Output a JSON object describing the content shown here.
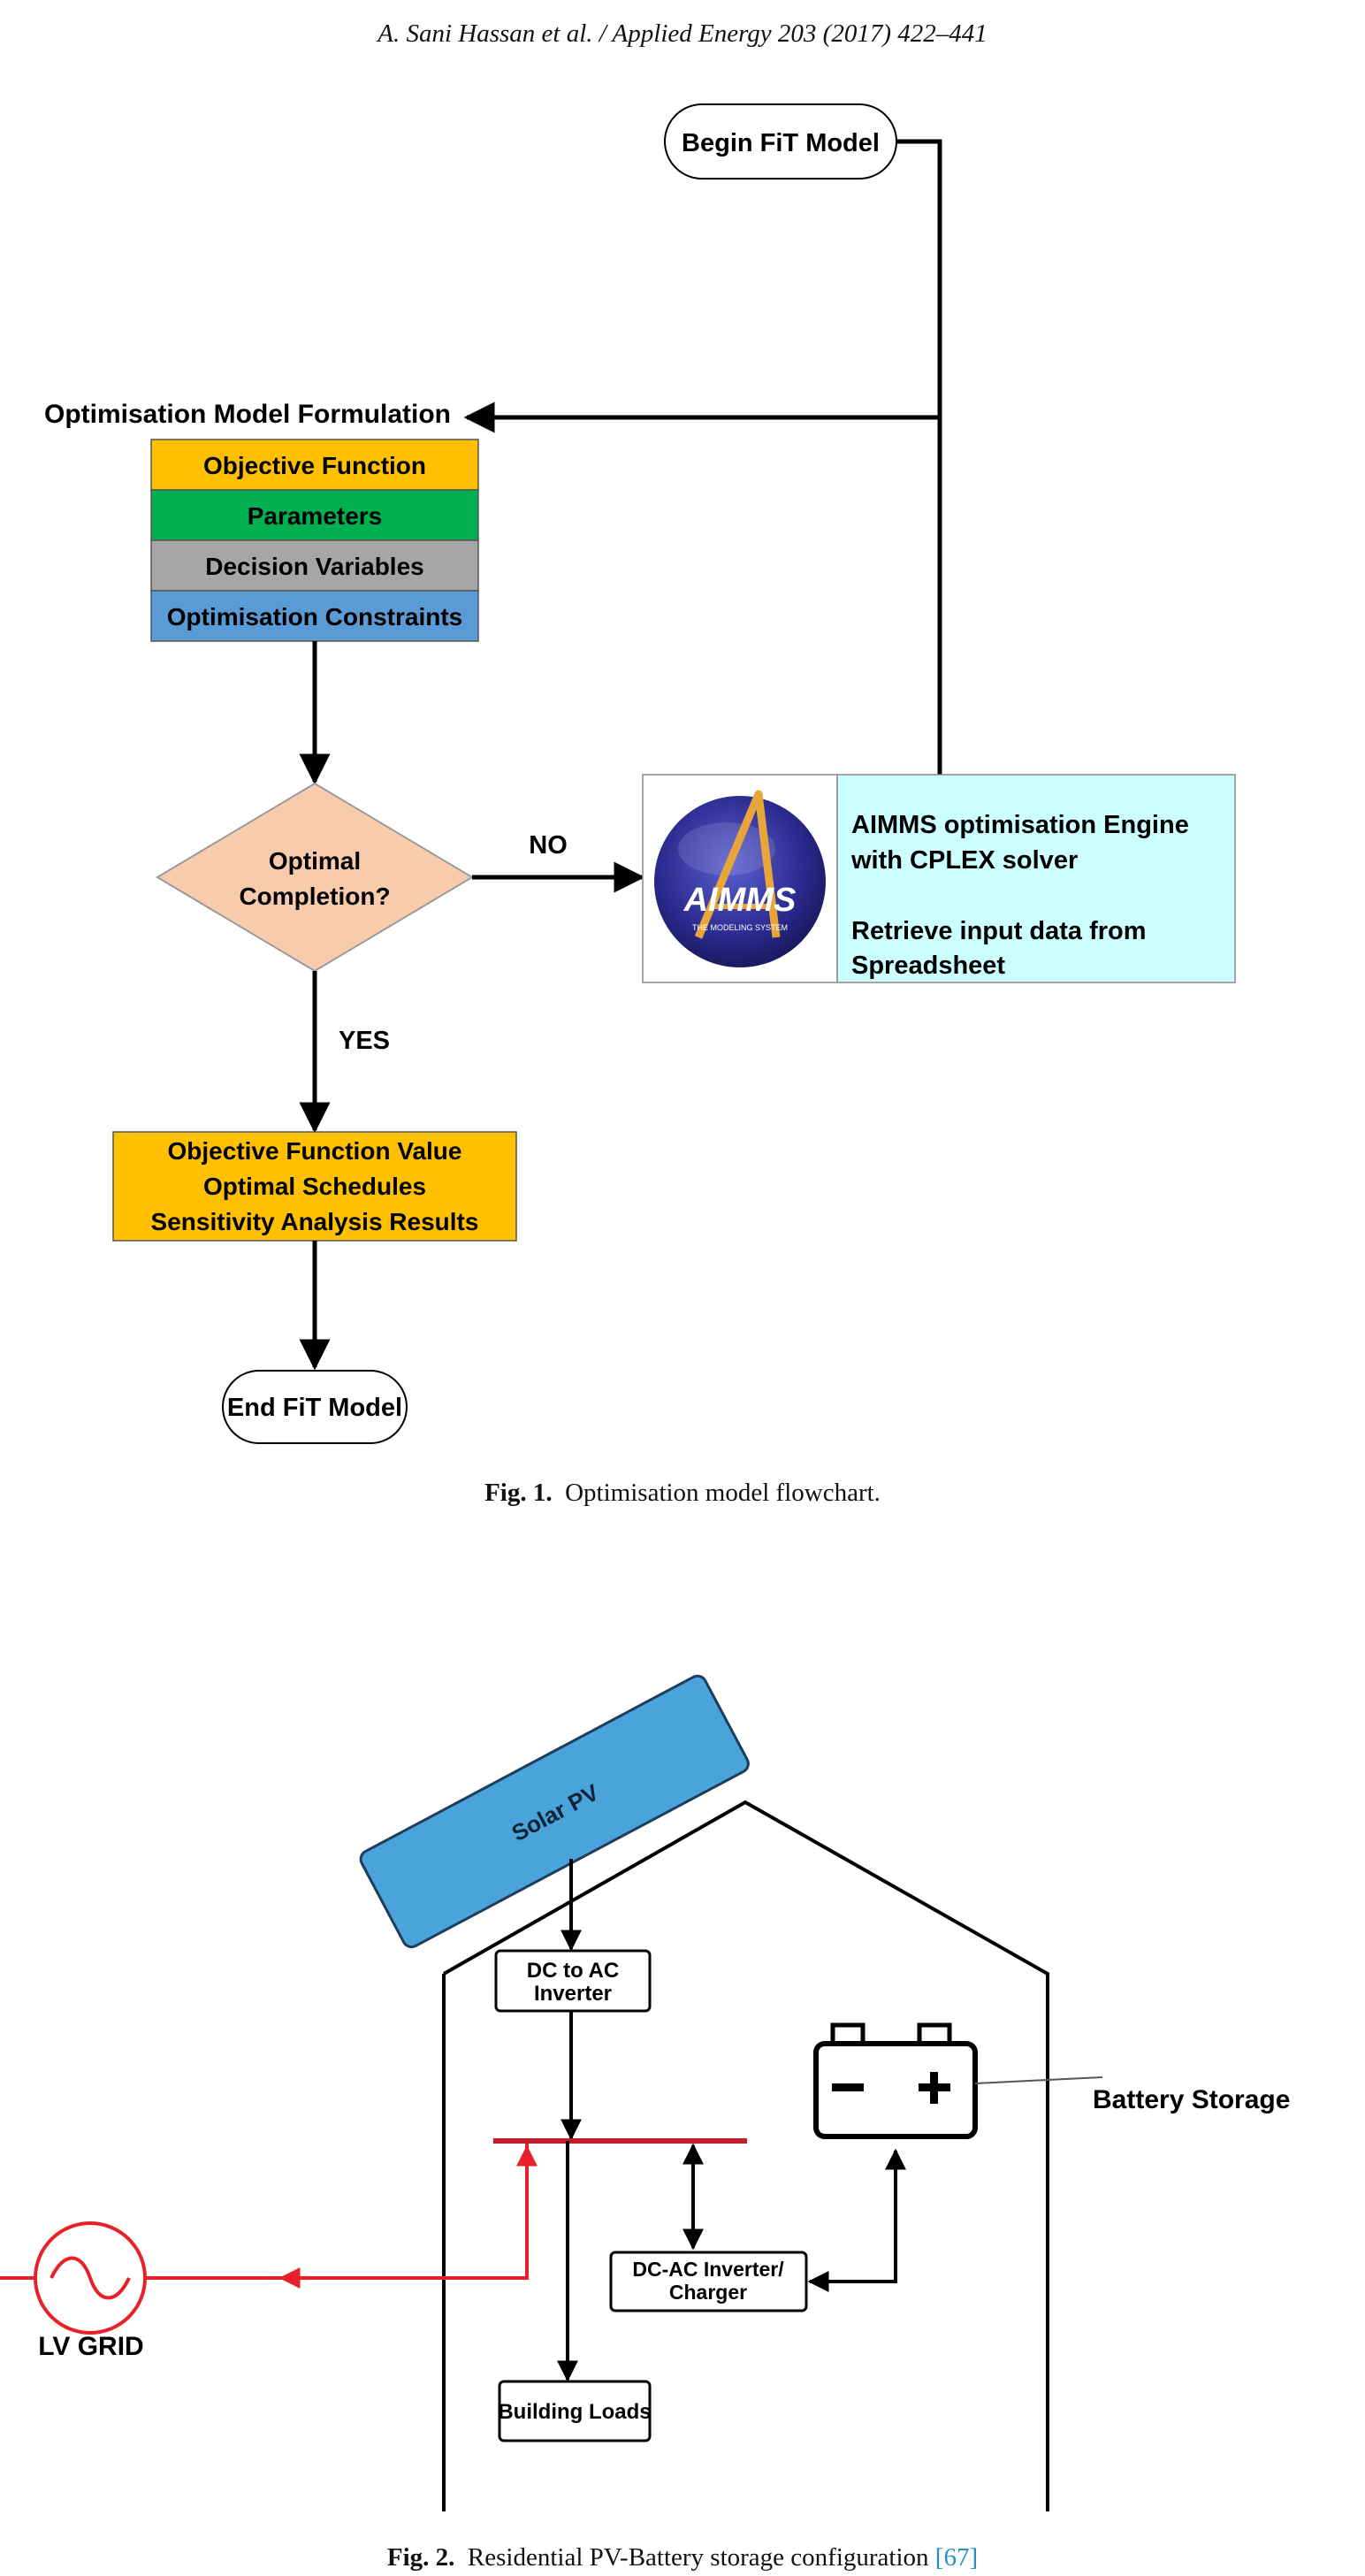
{
  "header": {
    "text": "A. Sani Hassan et al. / Applied Energy 203 (2017) 422–441"
  },
  "fig1": {
    "begin": "Begin FiT Model",
    "formulation_title": "Optimisation Model Formulation",
    "blocks": [
      {
        "label": "Objective Function",
        "color": "#FFC000"
      },
      {
        "label": "Parameters",
        "color": "#00B050"
      },
      {
        "label": "Decision Variables",
        "color": "#A6A6A6"
      },
      {
        "label": "Optimisation Constraints",
        "color": "#5B9BD5"
      }
    ],
    "decision_line1": "Optimal",
    "decision_line2": "Completion?",
    "decision_color": "#F8CBAD",
    "no_label": "NO",
    "yes_label": "YES",
    "engine_line1": "AIMMS optimisation Engine",
    "engine_line2": "with CPLEX solver",
    "engine_line3": "Retrieve input data from",
    "engine_line4": "Spreadsheet",
    "engine_color": "#CCFFFF",
    "logo_word": "AIMMS",
    "logo_sub": "THE MODELING SYSTEM",
    "result_lines": [
      "Objective Function Value",
      "Optimal Schedules",
      "Sensitivity Analysis Results"
    ],
    "result_color": "#FFC000",
    "end": "End FiT Model",
    "caption_bold": "Fig. 1.",
    "caption_text": "Optimisation model flowchart."
  },
  "fig2": {
    "solar": "Solar PV",
    "solar_color": "#4AA3DA",
    "inverter_line1": "DC to AC",
    "inverter_line2": "Inverter",
    "charger_line1": "DC-AC Inverter/",
    "charger_line2": "Charger",
    "loads": "Building Loads",
    "battery": "Battery Storage",
    "grid": "LV GRID",
    "grid_color": "#E8202A",
    "caption_bold": "Fig. 2.",
    "caption_text": "Residential PV-Battery storage configuration",
    "caption_ref": "[67]"
  }
}
